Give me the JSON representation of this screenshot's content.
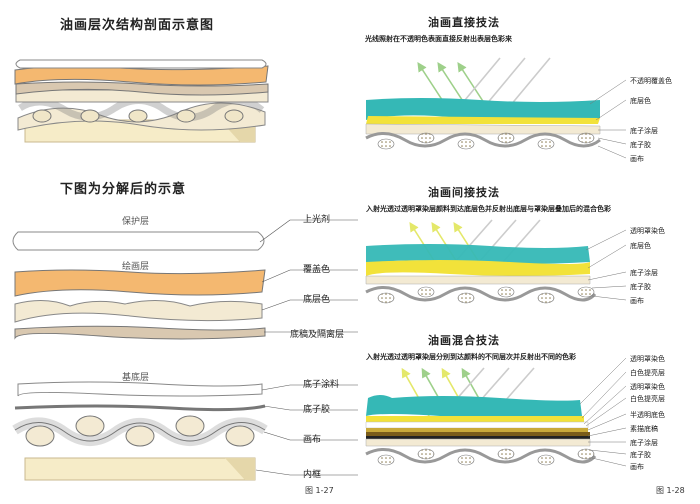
{
  "left": {
    "title": "油画层次结构剖面示意图",
    "subtitle": "下图为分解后的示意",
    "group_protect": "保护层",
    "group_paint": "绘画层",
    "group_base": "基底层",
    "labels": [
      "上光剂",
      "覆盖色",
      "底层色",
      "底稿及隔离层",
      "底子涂料",
      "底子胶",
      "画布",
      "内框"
    ],
    "fig": "图 1-27"
  },
  "right": {
    "sec1": {
      "title": "油画直接技法",
      "subtitle": "光线照射在不透明色表面直接反射出表层色彩来",
      "labels": [
        "不透明覆盖色",
        "底层色",
        "底子涂层",
        "底子胶",
        "画布"
      ]
    },
    "sec2": {
      "title": "油画间接技法",
      "subtitle": "入射光透过透明罩染层颜料到达底层色并反射出底层与罩染层叠加后的混合色彩",
      "labels": [
        "透明罩染色",
        "底层色",
        "底子涂层",
        "底子胶",
        "画布"
      ]
    },
    "sec3": {
      "title": "油画混合技法",
      "subtitle": "入射光透过透明罩染层分别到达颜料的不同层次并反射出不同的色彩",
      "labels": [
        "透明罩染色",
        "白色提亮层",
        "透明罩染色",
        "白色提亮层",
        "半透明底色",
        "素描底稿",
        "底子涂层",
        "底子胶",
        "画布"
      ]
    },
    "fig": "图 1-28"
  },
  "colors": {
    "orange": "#f4b870",
    "cream": "#f3ead3",
    "teal": "#35b8b6",
    "yellow": "#f2e23a",
    "arrow_green": "#9ed08a",
    "arrow_yellow": "#e8ec70",
    "mud": "#c9b98f",
    "olive": "#7a5c1a"
  }
}
